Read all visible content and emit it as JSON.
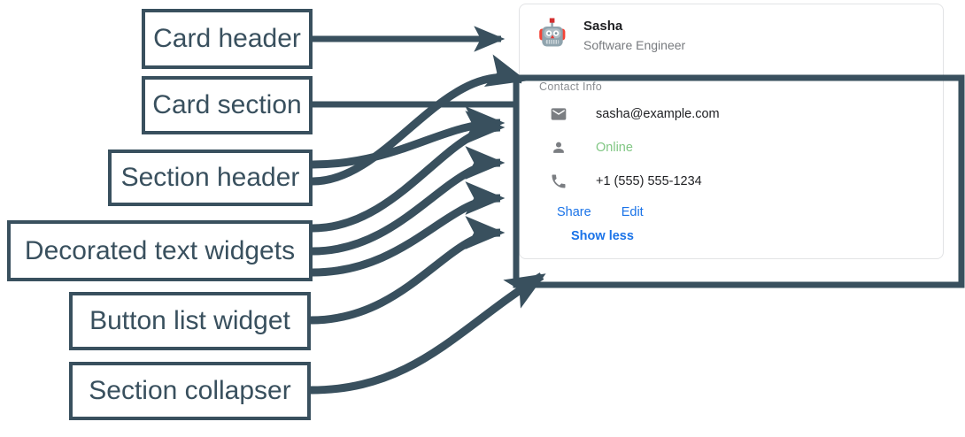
{
  "annotations": {
    "labels": [
      {
        "id": "card-header",
        "text": "Card header"
      },
      {
        "id": "card-section",
        "text": "Card section"
      },
      {
        "id": "section-header",
        "text": "Section header"
      },
      {
        "id": "decorated-text",
        "text": "Decorated text widgets"
      },
      {
        "id": "button-list",
        "text": "Button list widget"
      },
      {
        "id": "section-collapser",
        "text": "Section collapser"
      }
    ],
    "stroke_color": "#39505e"
  },
  "card": {
    "header": {
      "avatar_icon": "robot-avatar-icon",
      "title": "Sasha",
      "subtitle": "Software Engineer"
    },
    "section": {
      "header": "Contact Info",
      "rows": [
        {
          "icon": "email-icon",
          "text": "sasha@example.com",
          "status": false
        },
        {
          "icon": "person-icon",
          "text": "Online",
          "status": true
        },
        {
          "icon": "phone-icon",
          "text": "+1 (555) 555-1234",
          "status": false
        }
      ],
      "buttons": [
        {
          "label": "Share"
        },
        {
          "label": "Edit"
        }
      ],
      "collapser": {
        "label": "Show less"
      }
    }
  },
  "colors": {
    "accent_link": "#1a73e8",
    "status_online": "#81c784",
    "annotation": "#39505e",
    "card_border": "#e2e3e5",
    "muted_text": "#8a8d91"
  }
}
